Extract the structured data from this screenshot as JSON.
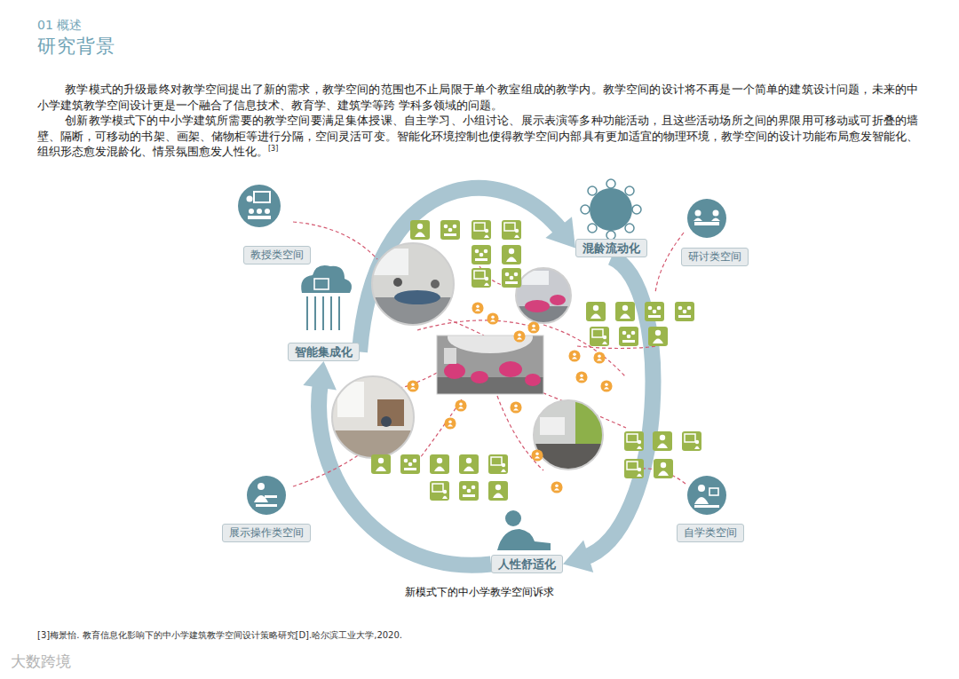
{
  "diagram": {
    "title": "研究背景",
    "caption": "新模式下的中小学教学空间诉求",
    "nodes": [
      {
        "text": [
          "教授类空间"
        ]
      },
      {
        "text": [
          "混龄流动化"
        ]
      },
      {
        "text": [
          "研讨类空间"
        ]
      },
      {
        "text": [
          "智能集成化"
        ]
      },
      {
        "text": [
          "展示操作类空间"
        ]
      },
      {
        "text": [
          "人性舒适化"
        ]
      },
      {
        "text": [
          "自学类空间"
        ]
      }
    ],
    "edges": [
      {
        "from": 3,
        "to": 1,
        "arrow": "to"
      },
      {
        "from": 1,
        "to": 5,
        "arrow": "to"
      },
      {
        "from": 5,
        "to": 3,
        "arrow": "to"
      }
    ],
    "labels": [
      "01 概述",
      "教学模式的升级最终对教学空间提出了新的需求，教学空间的范围也不止局限于单个教室组成的教学内。教学空间的设计将不再是一个简单的建筑设计问题，未来的中小学建筑教学空间设计更是一个融合了信息技术、教育学、建筑学等跨 学科多领域的问题。",
      "创新教学模式下的中小学建筑所需要的教学空间要满足集体授课、自主学习、小组讨论、展示表演等多种功能活动，且这些活动场所之间的界限用可移动或可折叠的墙壁、隔断，可移动的书架、画架、储物柜等进行分隔，空间灵活可变。智能化环境控制也使得教学空间内部具有更加适宜的物理环境，教学空间的设计功能布局愈发智能化、组织形态愈发混龄化、情景氛围愈发人性化。",
      "[3]",
      "[3]梅景怡. 教育信息化影响下的中小学建筑教学空间设计策略研究[D].哈尔滨工业大学,2020.",
      "大数跨境"
    ]
  }
}
